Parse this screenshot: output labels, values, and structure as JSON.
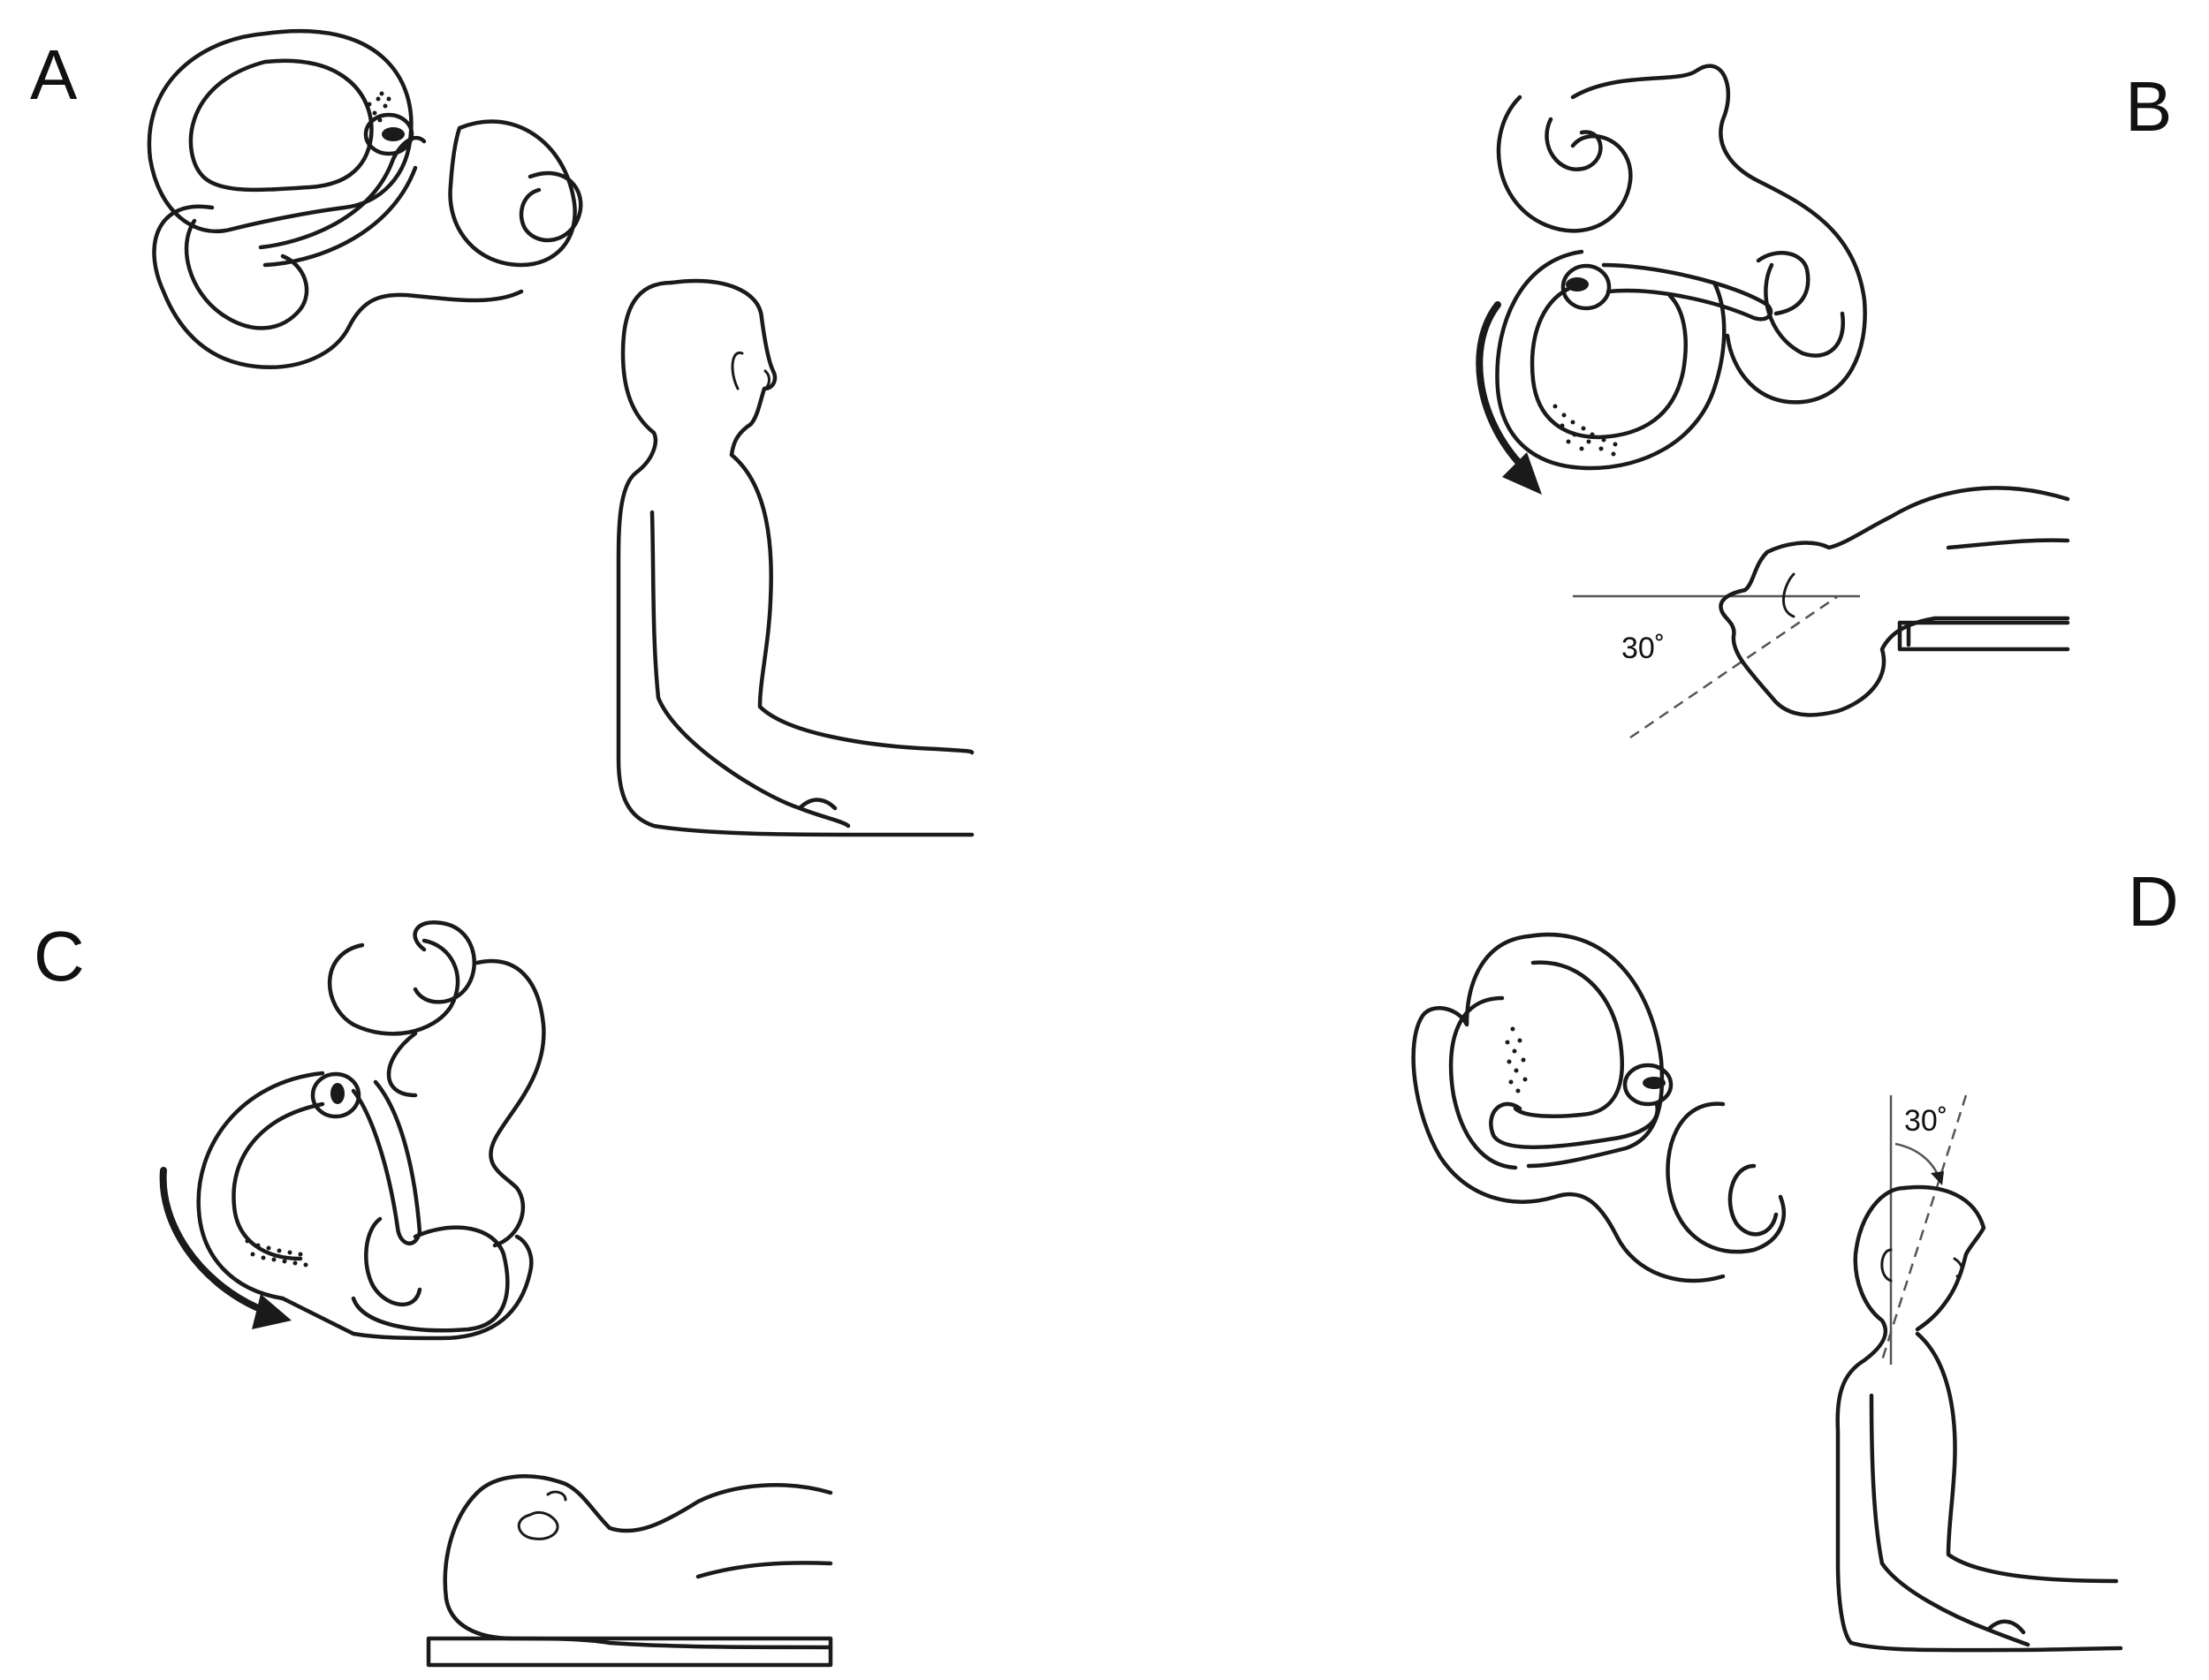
{
  "panels": [
    {
      "id": "A",
      "label": "A"
    },
    {
      "id": "B",
      "label": "B",
      "angle_label": "30˚"
    },
    {
      "id": "C",
      "label": "C"
    },
    {
      "id": "D",
      "label": "D",
      "angle_label": "30˚"
    }
  ],
  "colors": {
    "line": "#1a1a1a",
    "guide": "#555555",
    "background": "#ffffff"
  }
}
